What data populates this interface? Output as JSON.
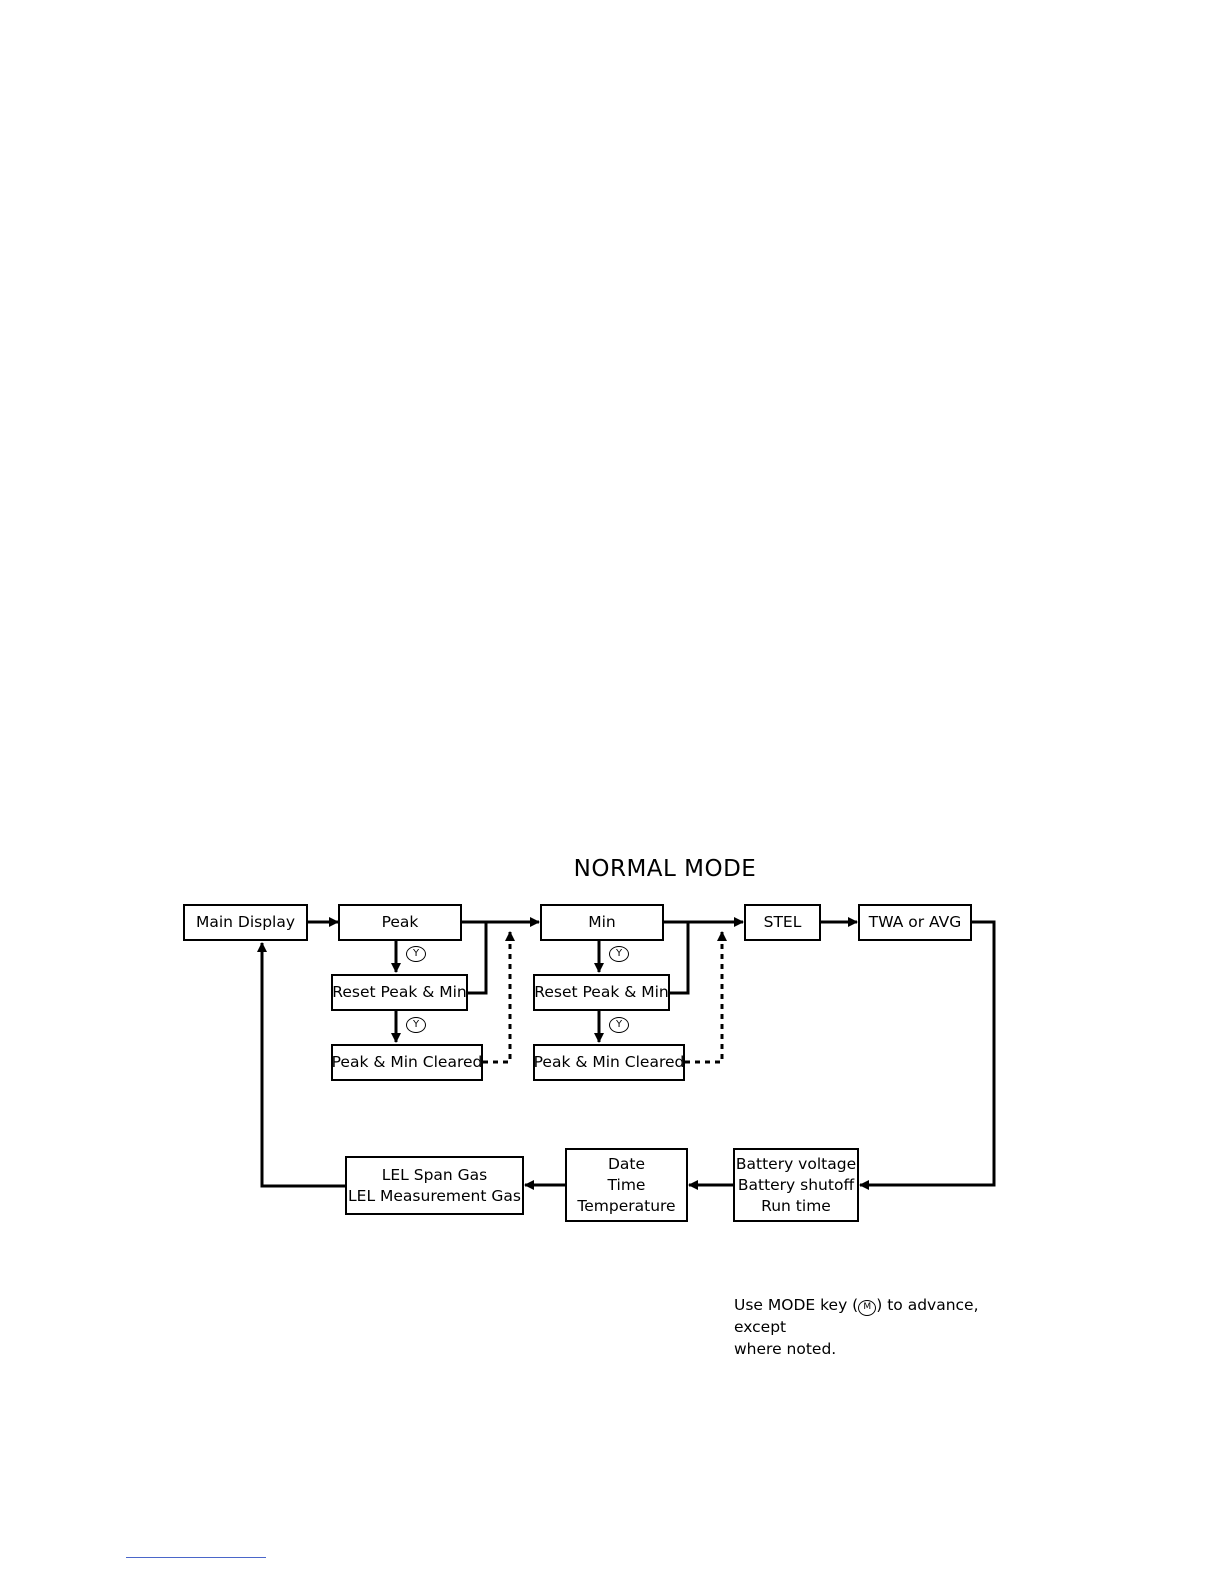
{
  "diagram": {
    "title": "NORMAL MODE",
    "nodes": {
      "main_display": "Main Display",
      "peak": "Peak",
      "reset_peak_min_1": "Reset Peak & Min",
      "peak_min_cleared_1": "Peak & Min Cleared",
      "min": "Min",
      "reset_peak_min_2": "Reset Peak & Min",
      "peak_min_cleared_2": "Peak & Min Cleared",
      "stel": "STEL",
      "twa_avg": "TWA or AVG",
      "battery": [
        "Battery voltage",
        "Battery shutoff",
        "Run time"
      ],
      "date_time": [
        "Date",
        "Time",
        "Temperature"
      ],
      "lel": [
        "LEL Span Gas",
        "LEL Measurement Gas"
      ]
    },
    "key_badge": "Y"
  },
  "note": {
    "prefix": "Use MODE key (",
    "key": "M",
    "suffix": ") to advance, except",
    "line2": "where noted."
  }
}
